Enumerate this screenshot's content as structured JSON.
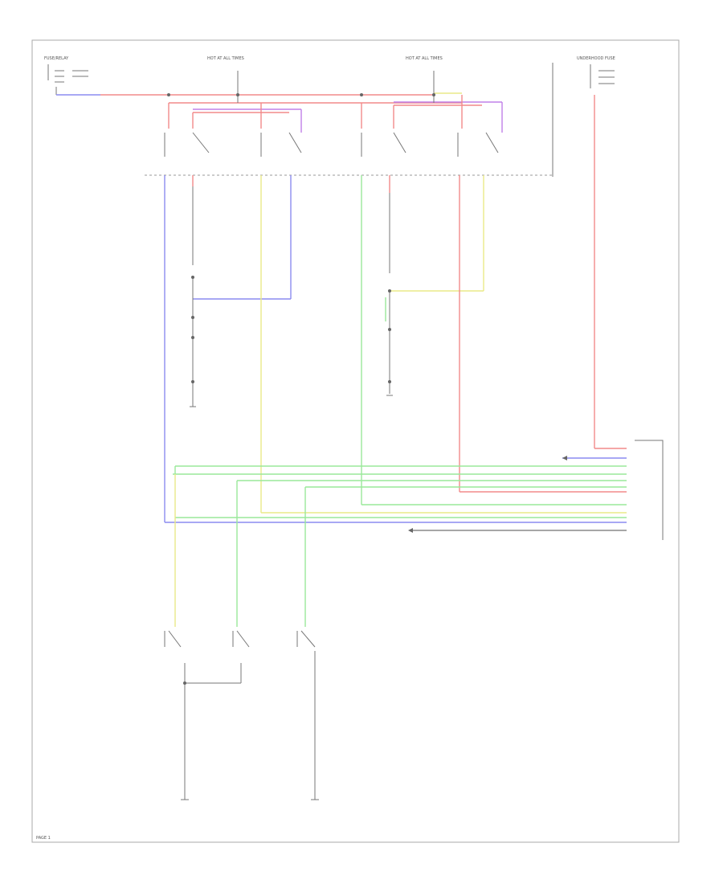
{
  "labels": {
    "top_left_fuse": "FUSE/RELAY",
    "hot_all_times_1": "HOT AT ALL TIMES",
    "hot_all_times_2": "HOT AT ALL TIMES",
    "top_right_fuse": "UNDERHOOD FUSE",
    "page_number": "PAGE 1"
  },
  "colors": {
    "red": "#f28a8a",
    "blue": "#8c8cf0",
    "violet": "#c080e8",
    "yellow": "#eaea88",
    "green": "#9ae89a",
    "gray": "#888888"
  }
}
